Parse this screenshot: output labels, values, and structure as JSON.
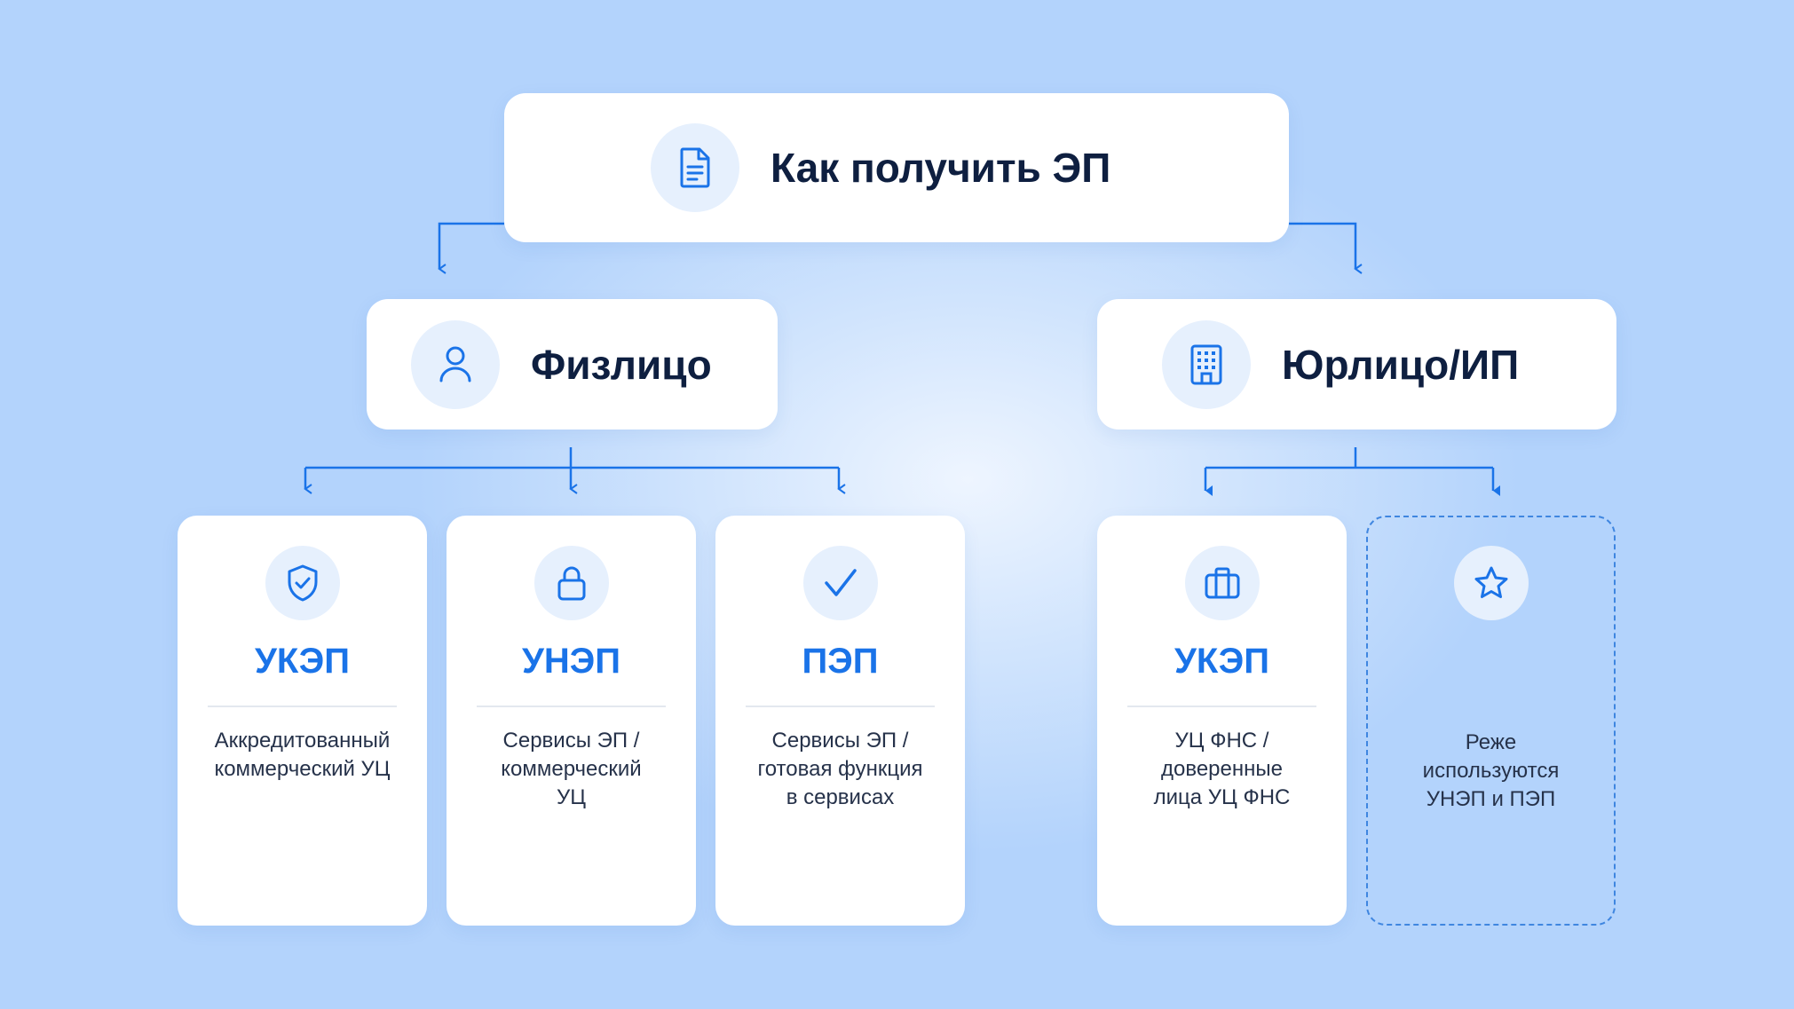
{
  "root": {
    "title": "Как получить ЭП",
    "icon": "document-icon"
  },
  "branches": [
    {
      "title": "Физлицо",
      "icon": "person-icon",
      "cards": [
        {
          "title": "УКЭП",
          "icon": "shield-check-icon",
          "desc": [
            "Аккредитованный",
            "коммерческий УЦ"
          ]
        },
        {
          "title": "УНЭП",
          "icon": "lock-icon",
          "desc": [
            "Сервисы ЭП /",
            "коммерческий",
            "УЦ"
          ]
        },
        {
          "title": "ПЭП",
          "icon": "checkmark-icon",
          "desc": [
            "Сервисы ЭП /",
            "готовая функция",
            "в сервисах"
          ]
        }
      ]
    },
    {
      "title": "Юрлицо/ИП",
      "icon": "building-icon",
      "cards": [
        {
          "title": "УКЭП",
          "icon": "briefcase-icon",
          "desc": [
            "УЦ ФНС /",
            "доверенные",
            "лица УЦ ФНС"
          ]
        }
      ],
      "note": {
        "icon": "star-icon",
        "desc": [
          "Реже",
          "используются",
          "УНЭП и ПЭП"
        ]
      }
    }
  ],
  "colors": {
    "accent": "#1a73e8",
    "title_text": "#0e1f40",
    "body_text": "#26324a",
    "icon_bg": "#e6f0fd",
    "dashed_border": "#3f86e0"
  }
}
